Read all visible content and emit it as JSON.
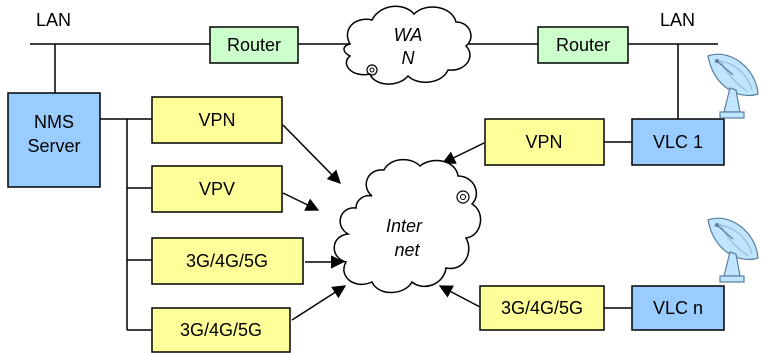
{
  "colors": {
    "green_fill": "#ccffcc",
    "yellow_fill": "#ffff99",
    "blue_fill": "#99ccff",
    "dish_fill": "#bfe5ff",
    "line": "#000000"
  },
  "labels": {
    "lan_left": "LAN",
    "lan_right": "LAN"
  },
  "nodes": {
    "router_left": "Router",
    "router_right": "Router",
    "nms_line1": "NMS",
    "nms_line2": "Server",
    "vpn_left": "VPN",
    "vpv": "VPV",
    "cell_left_1": "3G/4G/5G",
    "cell_left_2": "3G/4G/5G",
    "vpn_right": "VPN",
    "vlc_1": "VLC 1",
    "cell_right": "3G/4G/5G",
    "vlc_n": "VLC n"
  },
  "clouds": {
    "wan_line1": "WA",
    "wan_line2": "N",
    "internet_line1": "Inter",
    "internet_line2": "net"
  },
  "icons": [
    "satellite-dish-icon",
    "satellite-dish-icon"
  ]
}
